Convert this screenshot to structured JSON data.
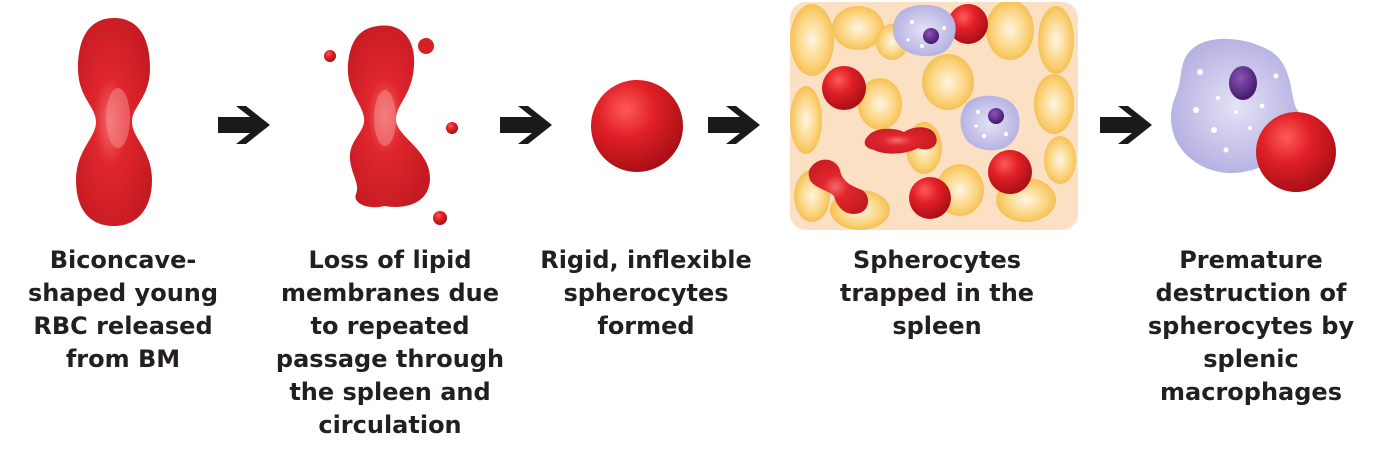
{
  "steps": [
    {
      "caption": [
        "Biconcave-",
        "shaped young",
        "RBC released",
        "from BM"
      ]
    },
    {
      "caption": [
        "Loss of lipid",
        "membranes due",
        "to repeated",
        "passage through",
        "the spleen and",
        "circulation"
      ]
    },
    {
      "caption": [
        "Rigid, inflexible",
        "spherocytes",
        "formed"
      ]
    },
    {
      "caption": [
        "Spherocytes",
        "trapped in the",
        "spleen"
      ]
    },
    {
      "caption": [
        "Premature",
        "destruction of",
        "spherocytes by",
        "splenic",
        "macrophages"
      ]
    }
  ],
  "colors": {
    "rbc": "#d91f26",
    "rbc_dark": "#b5121b",
    "arrow": "#1a1a1a",
    "spleen_bg": "#fbe0c4",
    "tissue_cell": "#f8c95a",
    "macrophage": "#c9c6ec",
    "nucleus": "#4b1f73",
    "text": "#231f20"
  }
}
